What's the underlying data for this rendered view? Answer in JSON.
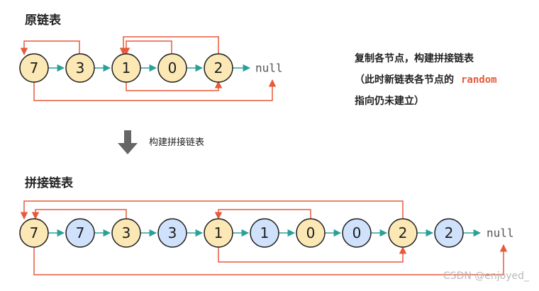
{
  "original": {
    "title": "原链表",
    "nodes": [
      "7",
      "3",
      "1",
      "0",
      "2"
    ],
    "null_label": "null"
  },
  "description": {
    "line1": "复制各节点，构建拼接链表",
    "line2_prefix": "（此时新链表各节点的",
    "line2_keyword": "random",
    "line3": "指向仍未建立）"
  },
  "step": {
    "label": "构建拼接链表"
  },
  "spliced": {
    "title": "拼接链表",
    "nodes": [
      {
        "value": "7",
        "kind": "original"
      },
      {
        "value": "7",
        "kind": "copy"
      },
      {
        "value": "3",
        "kind": "original"
      },
      {
        "value": "3",
        "kind": "copy"
      },
      {
        "value": "1",
        "kind": "original"
      },
      {
        "value": "1",
        "kind": "copy"
      },
      {
        "value": "0",
        "kind": "original"
      },
      {
        "value": "0",
        "kind": "copy"
      },
      {
        "value": "2",
        "kind": "original"
      },
      {
        "value": "2",
        "kind": "copy"
      }
    ],
    "null_label": "null"
  },
  "colors": {
    "original_fill": "#fbe8b4",
    "copy_fill": "#cfe1fb",
    "node_stroke": "#1d1d1d",
    "next_arrow": "#2aa198",
    "random_arrow": "#e8593b",
    "step_arrow": "#666666"
  },
  "watermark": "CSDN @enjoyed_"
}
